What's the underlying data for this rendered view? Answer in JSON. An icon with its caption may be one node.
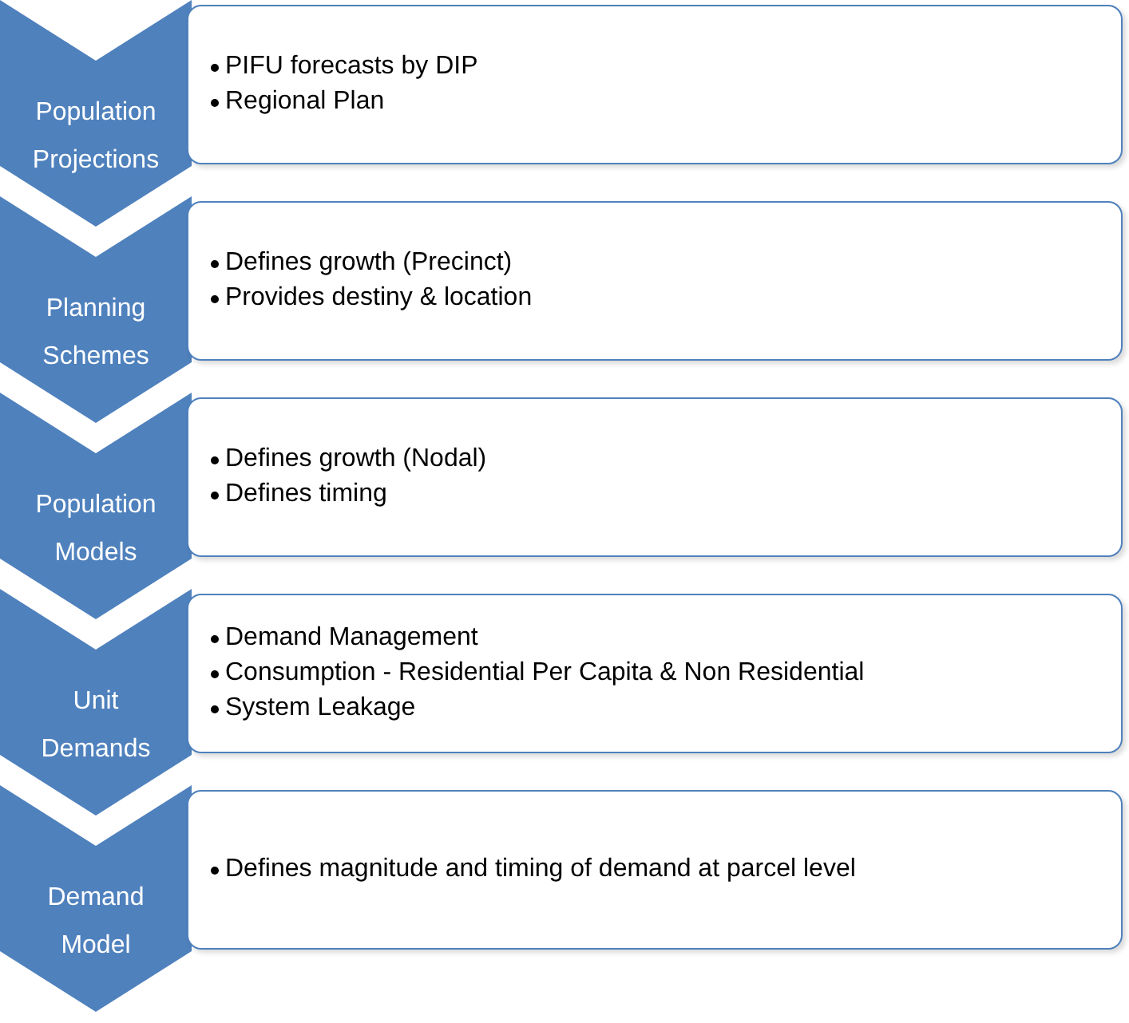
{
  "diagram": {
    "nodes": [
      {
        "text": [
          "Population Projections"
        ]
      },
      {
        "text": [
          "PIFU forecasts by DIP",
          "Regional Plan"
        ]
      },
      {
        "text": [
          "Planning Schemes"
        ]
      },
      {
        "text": [
          "Defines growth (Precinct)",
          "Provides destiny & location"
        ]
      },
      {
        "text": [
          "Population Models"
        ]
      },
      {
        "text": [
          "Defines growth (Nodal)",
          "Defines timing"
        ]
      },
      {
        "text": [
          "Unit Demands"
        ]
      },
      {
        "text": [
          "Demand Management",
          "Consumption - Residential Per Capita & Non Residential",
          "System Leakage"
        ]
      },
      {
        "text": [
          "Demand Model"
        ]
      },
      {
        "text": [
          "Defines magnitude and timing of demand at parcel level"
        ]
      }
    ]
  }
}
